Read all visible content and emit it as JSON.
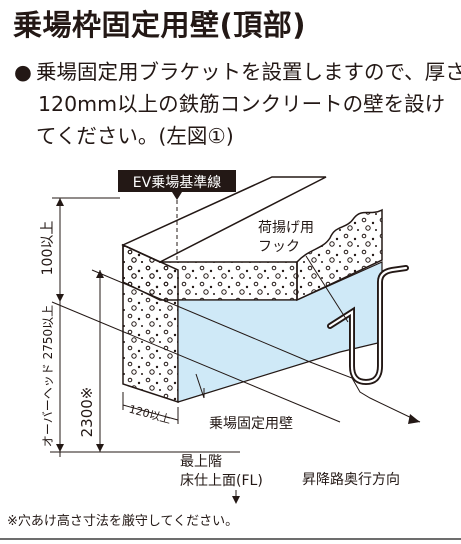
{
  "title": "乗場枠固定用壁(頂部)",
  "description": {
    "bullet": "●",
    "lines": [
      "乗場固定用ブラケットを設置しますので、厚さ",
      "120mm以上の鉄筋コンクリートの壁を設け",
      "てください。(左図①)"
    ]
  },
  "diagram": {
    "ev_label": "EV乗場基準線",
    "hook_label_line1": "荷揚げ用",
    "hook_label_line2": "フック",
    "dim_100": "100以上",
    "dim_overhead": "オーバーヘッド 2750以上",
    "dim_2300": "2300※",
    "dim_120": "120以上",
    "wall_label": "乗場固定用壁",
    "top_floor_line1": "最上階",
    "top_floor_line2": "床仕上面(FL)",
    "direction_label": "昇降路奥行方向"
  },
  "note": "※穴あけ高さ寸法を厳守してください。",
  "colors": {
    "text": "#231815",
    "label_bg": "#231815",
    "label_text": "#ffffff",
    "wall_blue": "#cfe9f7",
    "concrete": "#ffffff",
    "rule": "#6d6d6d"
  }
}
